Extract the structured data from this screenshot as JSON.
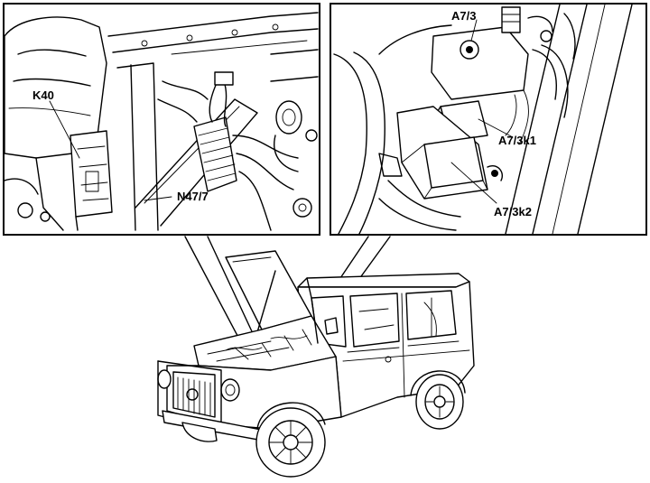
{
  "labels": {
    "k40": "K40",
    "n47_7": "N47/7",
    "a7_3": "A7/3",
    "a7_3k1": "A7/3k1",
    "a7_3k2": "A7/3k2"
  },
  "colors": {
    "ink": "#000000",
    "paper": "#ffffff"
  }
}
